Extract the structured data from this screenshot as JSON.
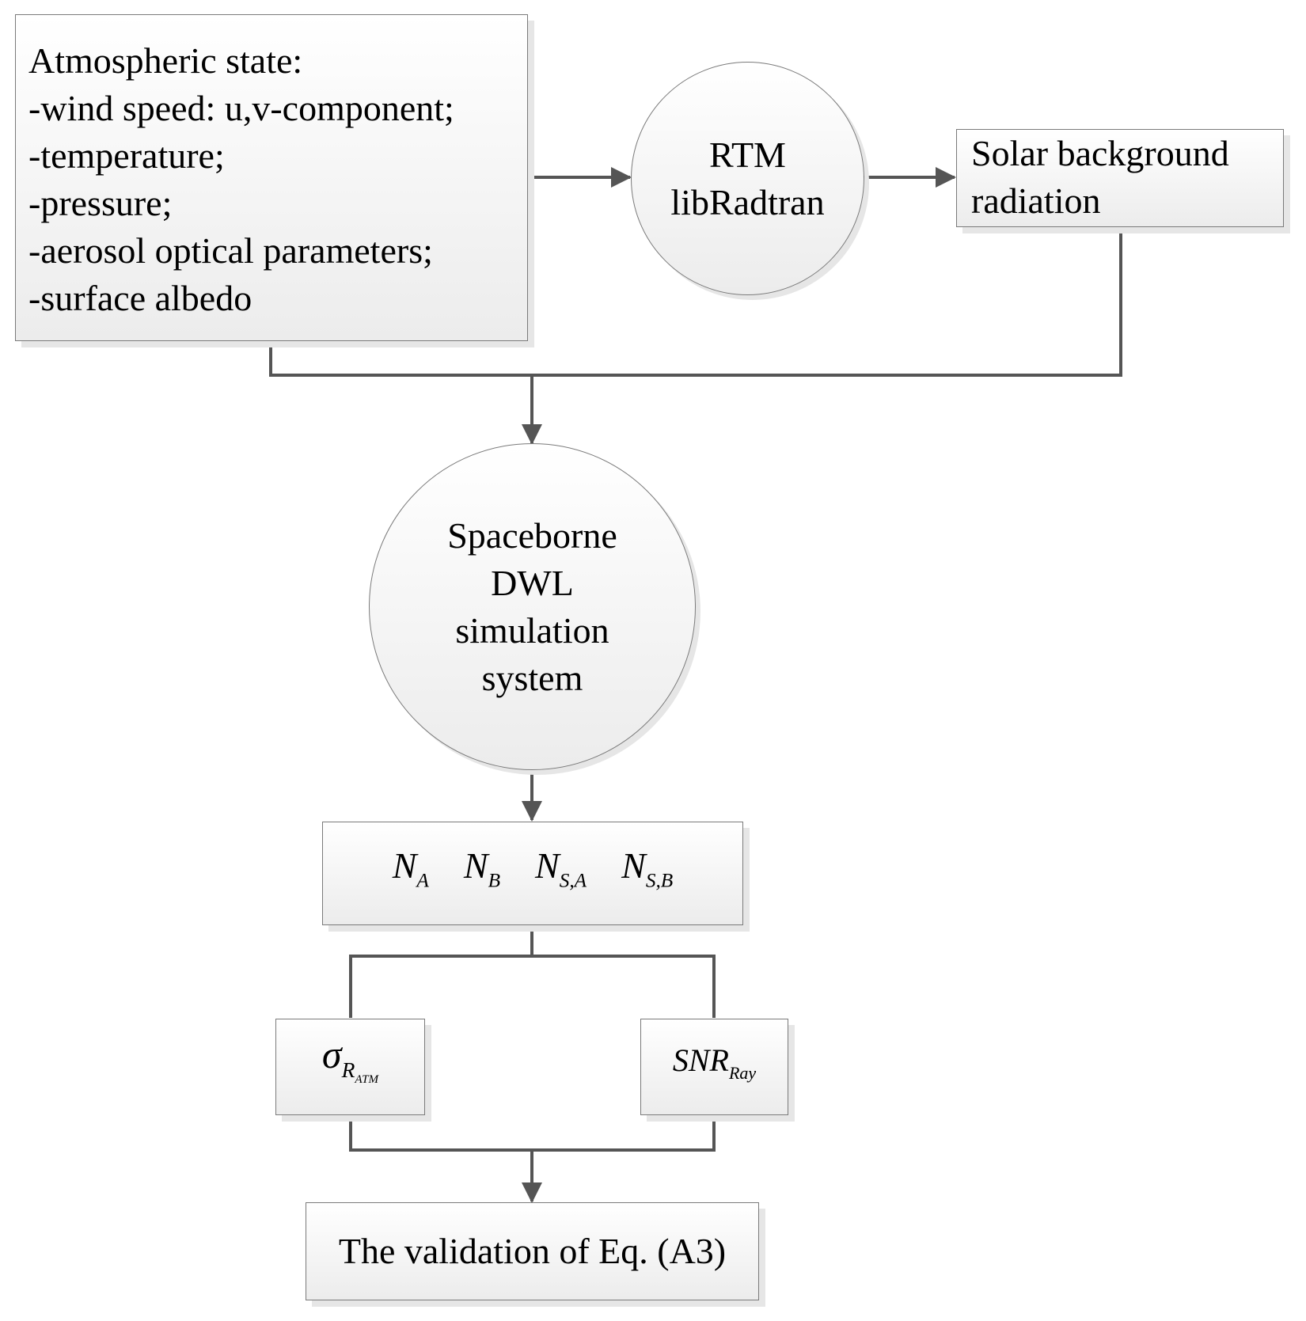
{
  "nodes": {
    "atmospheric_state": {
      "title": "Atmospheric state:",
      "items": [
        "-wind speed: u,v-component;",
        "-temperature;",
        "-pressure;",
        "-aerosol optical parameters;",
        "-surface albedo"
      ]
    },
    "rtm": {
      "line1": "RTM",
      "line2": "libRadtran"
    },
    "solar": {
      "line1": "Solar background",
      "line2": "radiation"
    },
    "dwl": {
      "lines": [
        "Spaceborne",
        "DWL",
        "simulation",
        "system"
      ]
    },
    "counts": {
      "terms": [
        {
          "main": "N",
          "sub": "A"
        },
        {
          "main": "N",
          "sub": "B"
        },
        {
          "main": "N",
          "sub": "S,A"
        },
        {
          "main": "N",
          "sub": "S,B"
        }
      ]
    },
    "sigma": {
      "main": "σ",
      "sub": "R",
      "subsub": "ATM"
    },
    "snr": {
      "main": "SNR",
      "sub": "Ray"
    },
    "validation": {
      "label": "The validation of Eq. (A3)"
    }
  },
  "colors": {
    "line": "#555555",
    "border": "#7a7a7a"
  }
}
